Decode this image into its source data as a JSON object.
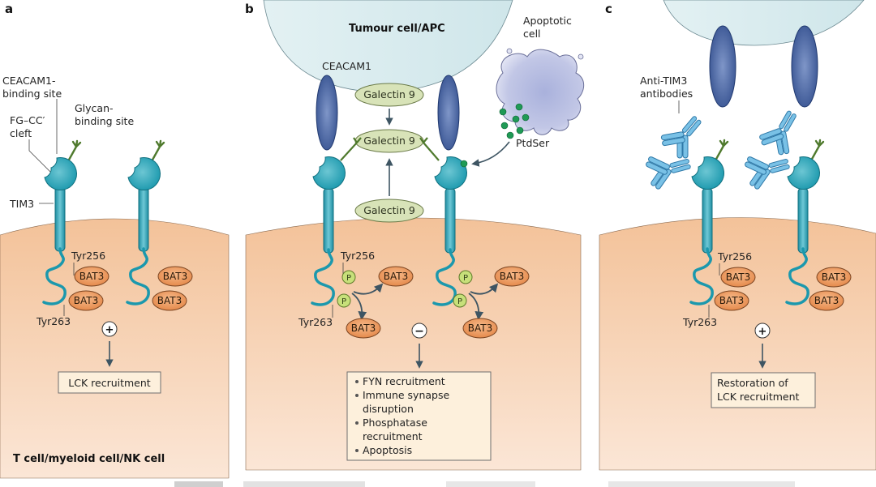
{
  "panels": [
    {
      "letter": "a",
      "cell_label": "T cell/myeloid cell/NK cell",
      "labels": {
        "ceacam1_site_1": "CEACAM1-",
        "ceacam1_site_2": "binding site",
        "glycan_site_1": "Glycan-",
        "glycan_site_2": "binding site",
        "fg_cleft_1": "FG–CC′",
        "fg_cleft_2": "cleft",
        "tim3": "TIM3",
        "tyr256": "Tyr256",
        "tyr263": "Tyr263"
      },
      "bat3": "BAT3",
      "sign": "+",
      "outcome": "LCK recruitment"
    },
    {
      "letter": "b",
      "tumour_label": "Tumour cell/APC",
      "ceacam1": "CEACAM1",
      "apoptotic_1": "Apoptotic",
      "apoptotic_2": "cell",
      "ptdser": "PtdSer",
      "galectin": "Galectin 9",
      "phospho": "P",
      "tyr256": "Tyr256",
      "tyr263": "Tyr263",
      "bat3": "BAT3",
      "sign": "−",
      "outcomes": [
        "FYN recruitment",
        "Immune synapse",
        "disruption",
        "Phosphatase",
        "recruitment",
        "Apoptosis"
      ]
    },
    {
      "letter": "c",
      "antibodies_1": "Anti-TIM3",
      "antibodies_2": "antibodies",
      "tyr256": "Tyr256",
      "tyr263": "Tyr263",
      "bat3": "BAT3",
      "sign": "+",
      "outcome_1": "Restoration of",
      "outcome_2": "LCK recruitment"
    }
  ],
  "colors": {
    "cell_top": "#f3c299",
    "cell_bottom": "#fbe6d6",
    "tim3": "#2aa3b8",
    "tim3_dark": "#11707f",
    "ceacam1": "#3d5a9c",
    "galectin": "#d8e3b8",
    "bat3": "#ef9a5e",
    "phospho": "#c7e07a",
    "ptdser": "#1f9a55",
    "antibody": "#79c1e6",
    "tumour": "#d6ecef",
    "box": "#fdf0dc",
    "arrow": "#3e5563"
  }
}
